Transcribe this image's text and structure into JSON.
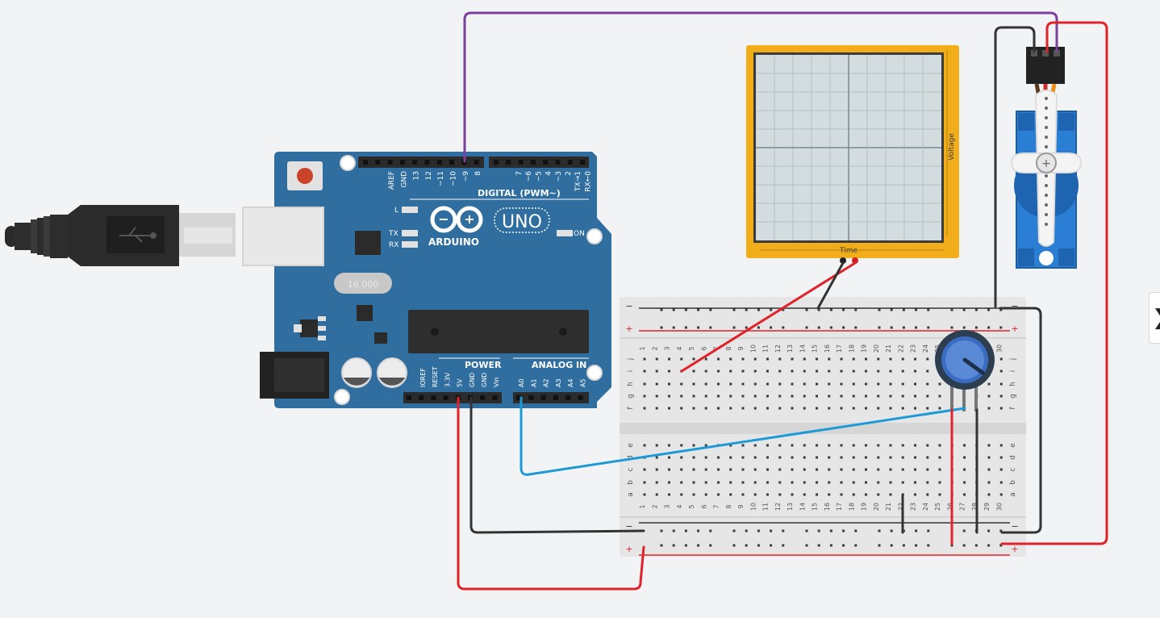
{
  "arduino": {
    "brand": "ARDUINO",
    "model": "UNO",
    "digital_header_title": "DIGITAL (PWM~)",
    "power_title": "POWER",
    "analog_title": "ANALOG IN",
    "on_label": "ON",
    "led_l": "L",
    "led_tx": "TX",
    "led_rx": "RX",
    "crystal": "16.000",
    "digital_pins_left": [
      "AREF",
      "GND",
      "13",
      "12",
      "~11",
      "~10",
      "~9",
      "8"
    ],
    "digital_pins_right": [
      "7",
      "~6",
      "~5",
      "4",
      "~3",
      "2",
      "TX→1",
      "RX←0"
    ],
    "power_pins": [
      "IOREF",
      "RESET",
      "3.3V",
      "5V",
      "GND",
      "GND",
      "Vin"
    ],
    "analog_pins": [
      "A0",
      "A1",
      "A2",
      "A3",
      "A4",
      "A5"
    ]
  },
  "oscilloscope": {
    "x_label": "Time",
    "y_label": "Voltage"
  },
  "breadboard": {
    "rail_minus": "−",
    "rail_plus": "+",
    "rows_top": [
      "j",
      "i",
      "h",
      "g",
      "f"
    ],
    "rows_bottom": [
      "e",
      "d",
      "c",
      "b",
      "a"
    ],
    "column_count": 30
  },
  "colors": {
    "arduino_blue": "#2f6e9e",
    "wire_red": "#e0232a",
    "wire_black": "#333333",
    "wire_purple": "#7b3f9e",
    "wire_cyan": "#1c9ad6",
    "scope_frame": "#f2ad1a",
    "servo_blue": "#2a7fd4"
  },
  "side_handle_icon": "chevron-right-icon",
  "side_handle_glyph": "❯"
}
